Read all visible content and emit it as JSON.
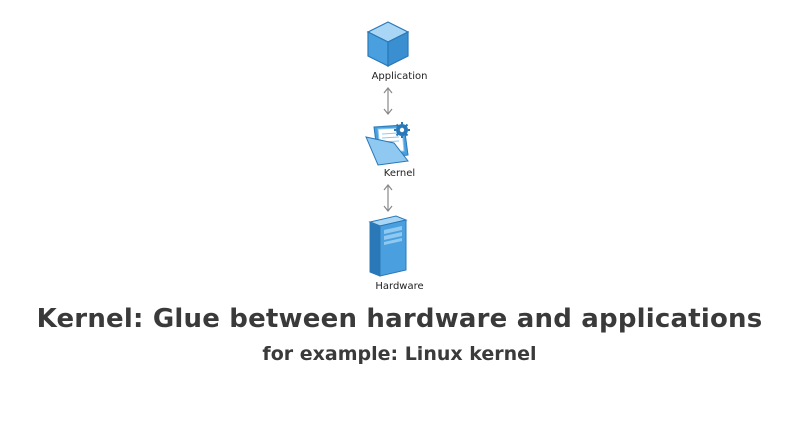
{
  "diagram": {
    "nodes": [
      {
        "id": "application",
        "label": "Application",
        "icon": "cube-icon"
      },
      {
        "id": "kernel",
        "label": "Kernel",
        "icon": "folder-gear-icon"
      },
      {
        "id": "hardware",
        "label": "Hardware",
        "icon": "server-tower-icon"
      }
    ],
    "edges": [
      {
        "from": "application",
        "to": "kernel",
        "type": "bidirectional"
      },
      {
        "from": "kernel",
        "to": "hardware",
        "type": "bidirectional"
      }
    ],
    "colors": {
      "icon_light": "#8fc8f0",
      "icon_mid": "#4aa0de",
      "icon_dark": "#2a78b8",
      "arrow": "#888888",
      "text": "#3a3a3a"
    }
  },
  "caption": {
    "title": "Kernel: Glue between hardware and applications",
    "subtitle": "for example: Linux kernel"
  }
}
